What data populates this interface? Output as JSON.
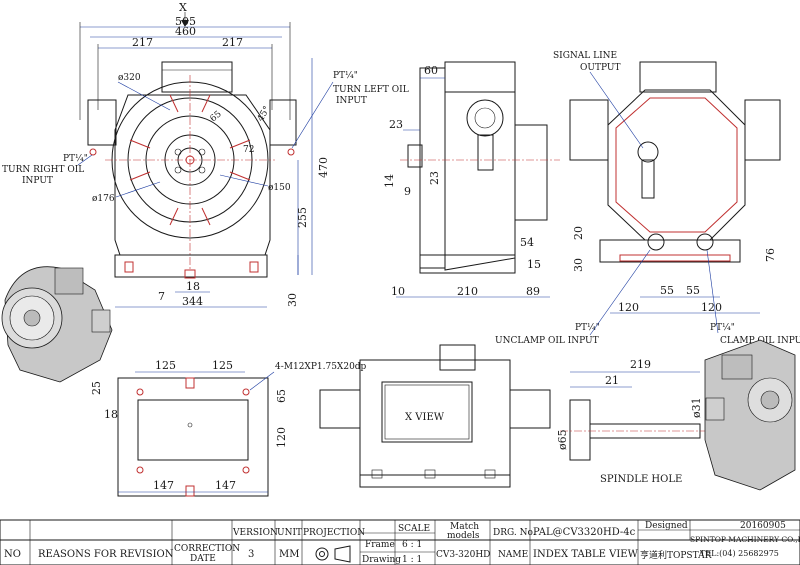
{
  "axis_label": "X",
  "front_view": {
    "dims": {
      "width_505": "505",
      "width_460": "460",
      "left_217": "217",
      "right_217": "217",
      "dia_320": "ø320",
      "dia_176": "ø176",
      "dia_150": "ø150",
      "dim_65": "65",
      "dim_72": "72",
      "dim_45": "45°",
      "height_470": "470",
      "height_255": "255",
      "height_30": "30",
      "dim_7": "7",
      "dim_18": "18",
      "width_344": "344"
    },
    "pt_left": "PT¼\"",
    "left_label_1": "TURN LEFT OIL",
    "left_label_2": "INPUT",
    "pt_right": "PT¼\"",
    "right_label_1": "TURN RIGHT OIL",
    "right_label_2": "INPUT"
  },
  "side_view": {
    "dims": {
      "d60": "60",
      "d23a": "23",
      "d14": "14",
      "d9": "9",
      "d23b": "23",
      "d54": "54",
      "d15": "15",
      "d10": "10",
      "d210": "210",
      "d89": "89"
    }
  },
  "rear_view": {
    "signal_1": "SIGNAL LINE",
    "signal_2": "OUTPUT",
    "dims": {
      "d20": "20",
      "d30": "30",
      "d76": "76",
      "d55a": "55",
      "d55b": "55",
      "d120a": "120",
      "d120b": "120"
    },
    "unclamp_pt": "PT¼\"",
    "unclamp_label": "UNCLAMP OIL INPUT",
    "clamp_pt": "PT¼\"",
    "clamp_label": "CLAMP OIL INPUT"
  },
  "base_view": {
    "dims": {
      "d125a": "125",
      "d125b": "125",
      "d25": "25",
      "d18": "18",
      "d65": "65",
      "d120": "120",
      "d147a": "147",
      "d147b": "147"
    },
    "thread_note": "4-M12XP1.75X20dp"
  },
  "x_view_label": "X VIEW",
  "spindle": {
    "dims": {
      "d219": "219",
      "d21": "21",
      "dia31": "ø31",
      "dia65": "ø65"
    },
    "label": "SPINDLE HOLE"
  },
  "title_block": {
    "no": "NO",
    "reasons": "REASONS FOR REVISION",
    "correction": "CORRECTION",
    "date": "DATE",
    "version_h": "VERSION",
    "version_v": "3",
    "unit_h": "UNIT",
    "unit_v": "MM",
    "projection_h": "PROJECTION",
    "frame": "Frame",
    "drawing": "Drawing",
    "scale_h": "SCALE",
    "scale_frame": "6 : 1",
    "scale_drawing": "1 : 1",
    "match_h1": "Match",
    "match_h2": "models",
    "match_v": "CV3-320HD",
    "drg_h": "DRG. No.",
    "drg_v": "PAL@CV3320HD-4c",
    "name_h": "NAME",
    "name_v": "INDEX TABLE VIEW",
    "designed_h": "Designed",
    "designed_v": "20160905",
    "company": "SPINTOP MACHINERY CO.,LTD.",
    "tel": "TEL:(04) 25682975",
    "logo": "亨道利TOPSTAR"
  }
}
